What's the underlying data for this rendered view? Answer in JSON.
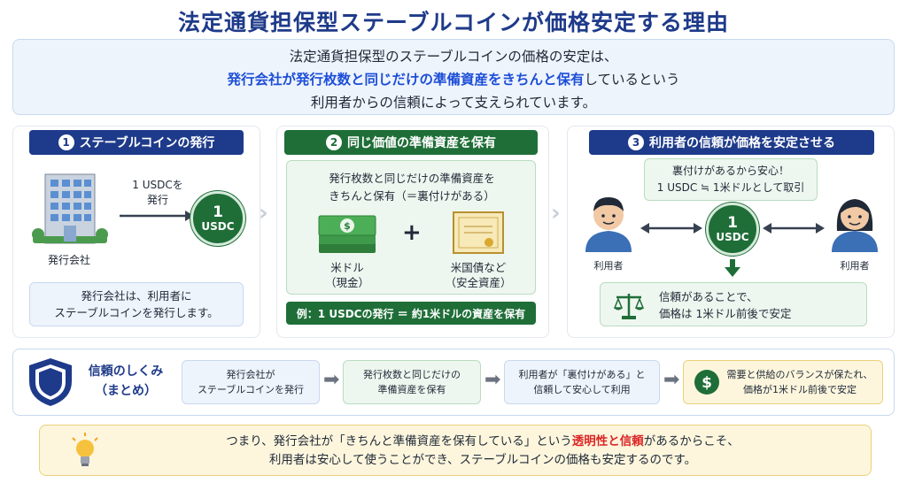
{
  "title": "法定通貨担保型ステーブルコインが価格安定する理由",
  "intro": {
    "line1": "法定通貨担保型のステーブルコインの価格の安定は、",
    "line2_highlight": "発行会社が発行枚数と同じだけの準備資産をきちんと保有",
    "line2_rest": "しているという",
    "line3": "利用者からの信頼によって支えられています。"
  },
  "steps": [
    {
      "num": "1",
      "title": "ステーブルコインの発行",
      "arrow_label_1": "1 USDCを",
      "arrow_label_2": "発行",
      "coin_top": "1",
      "coin_bottom": "USDC",
      "issuer_label": "発行会社",
      "note_1": "発行会社は、利用者に",
      "note_2": "ステーブルコインを発行します。"
    },
    {
      "num": "2",
      "title": "同じ価値の準備資産を保有",
      "desc_1": "発行枚数と同じだけの準備資産を",
      "desc_2": "きちんと保有（＝裏付けがある）",
      "plus": "+",
      "asset1_a": "米ドル",
      "asset1_b": "（現金）",
      "asset2_a": "米国債など",
      "asset2_b": "（安全資産）",
      "example": "例：1 USDCの発行 ＝ 約1米ドルの資産を保有"
    },
    {
      "num": "3",
      "title": "利用者の信頼が価格を安定させる",
      "bubble_1": "裏付けがあるから安心！",
      "bubble_2": "1 USDC ≒ 1米ドルとして取引",
      "coin_top": "1",
      "coin_bottom": "USDC",
      "user_left": "利用者",
      "user_right": "利用者",
      "result_1": "信頼があることで、",
      "result_2": "価格は 1米ドル前後で安定"
    }
  ],
  "summary": {
    "label_1": "信頼のしくみ",
    "label_2": "（まとめ）",
    "flow": [
      {
        "a": "発行会社が",
        "b": "ステーブルコインを発行"
      },
      {
        "a": "発行枚数と同じだけの",
        "b": "準備資産を保有"
      },
      {
        "a": "利用者が「裏付けがある」と",
        "b": "信頼して安心して利用"
      },
      {
        "a": "需要と供給のバランスが保たれ、",
        "b": "価格が1米ドル前後で安定"
      }
    ]
  },
  "conclusion": {
    "line1_pre": "つまり、発行会社が「きちんと準備資産を保有している」という",
    "line1_hl": "透明性と信頼",
    "line1_post": "があるからこそ、",
    "line2": "利用者は安心して使うことができ、ステーブルコインの価格も安定するのです。"
  },
  "colors": {
    "navy": "#1e3a8a",
    "green": "#1f6e38",
    "highlight_red": "#dc2626",
    "highlight_blue": "#1d4ed8"
  }
}
